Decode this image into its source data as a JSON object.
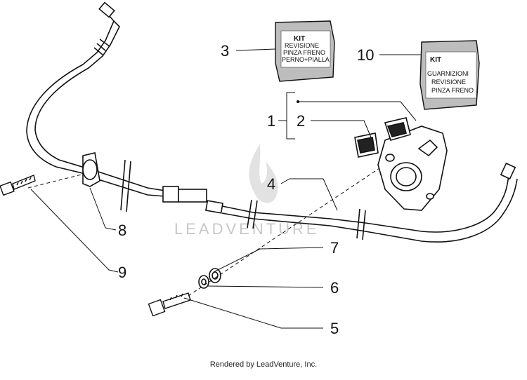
{
  "kits": [
    {
      "number": "3",
      "lines": [
        "KIT",
        "REVISIONE",
        "PINZA FRENO",
        "PERNO+PIALLA"
      ]
    },
    {
      "number": "10",
      "lines": [
        "KIT",
        "GUARNIZIONI",
        "REVISIONE",
        "PINZA FRENO"
      ]
    }
  ],
  "callouts": {
    "group": "1",
    "pads": "2",
    "hose": "4",
    "bolt": "5",
    "washer": "6",
    "seal": "7",
    "clamp": "8",
    "screw": "9"
  },
  "watermark": "LEADVENTURE",
  "footer": "Rendered by LeadVenture, Inc."
}
